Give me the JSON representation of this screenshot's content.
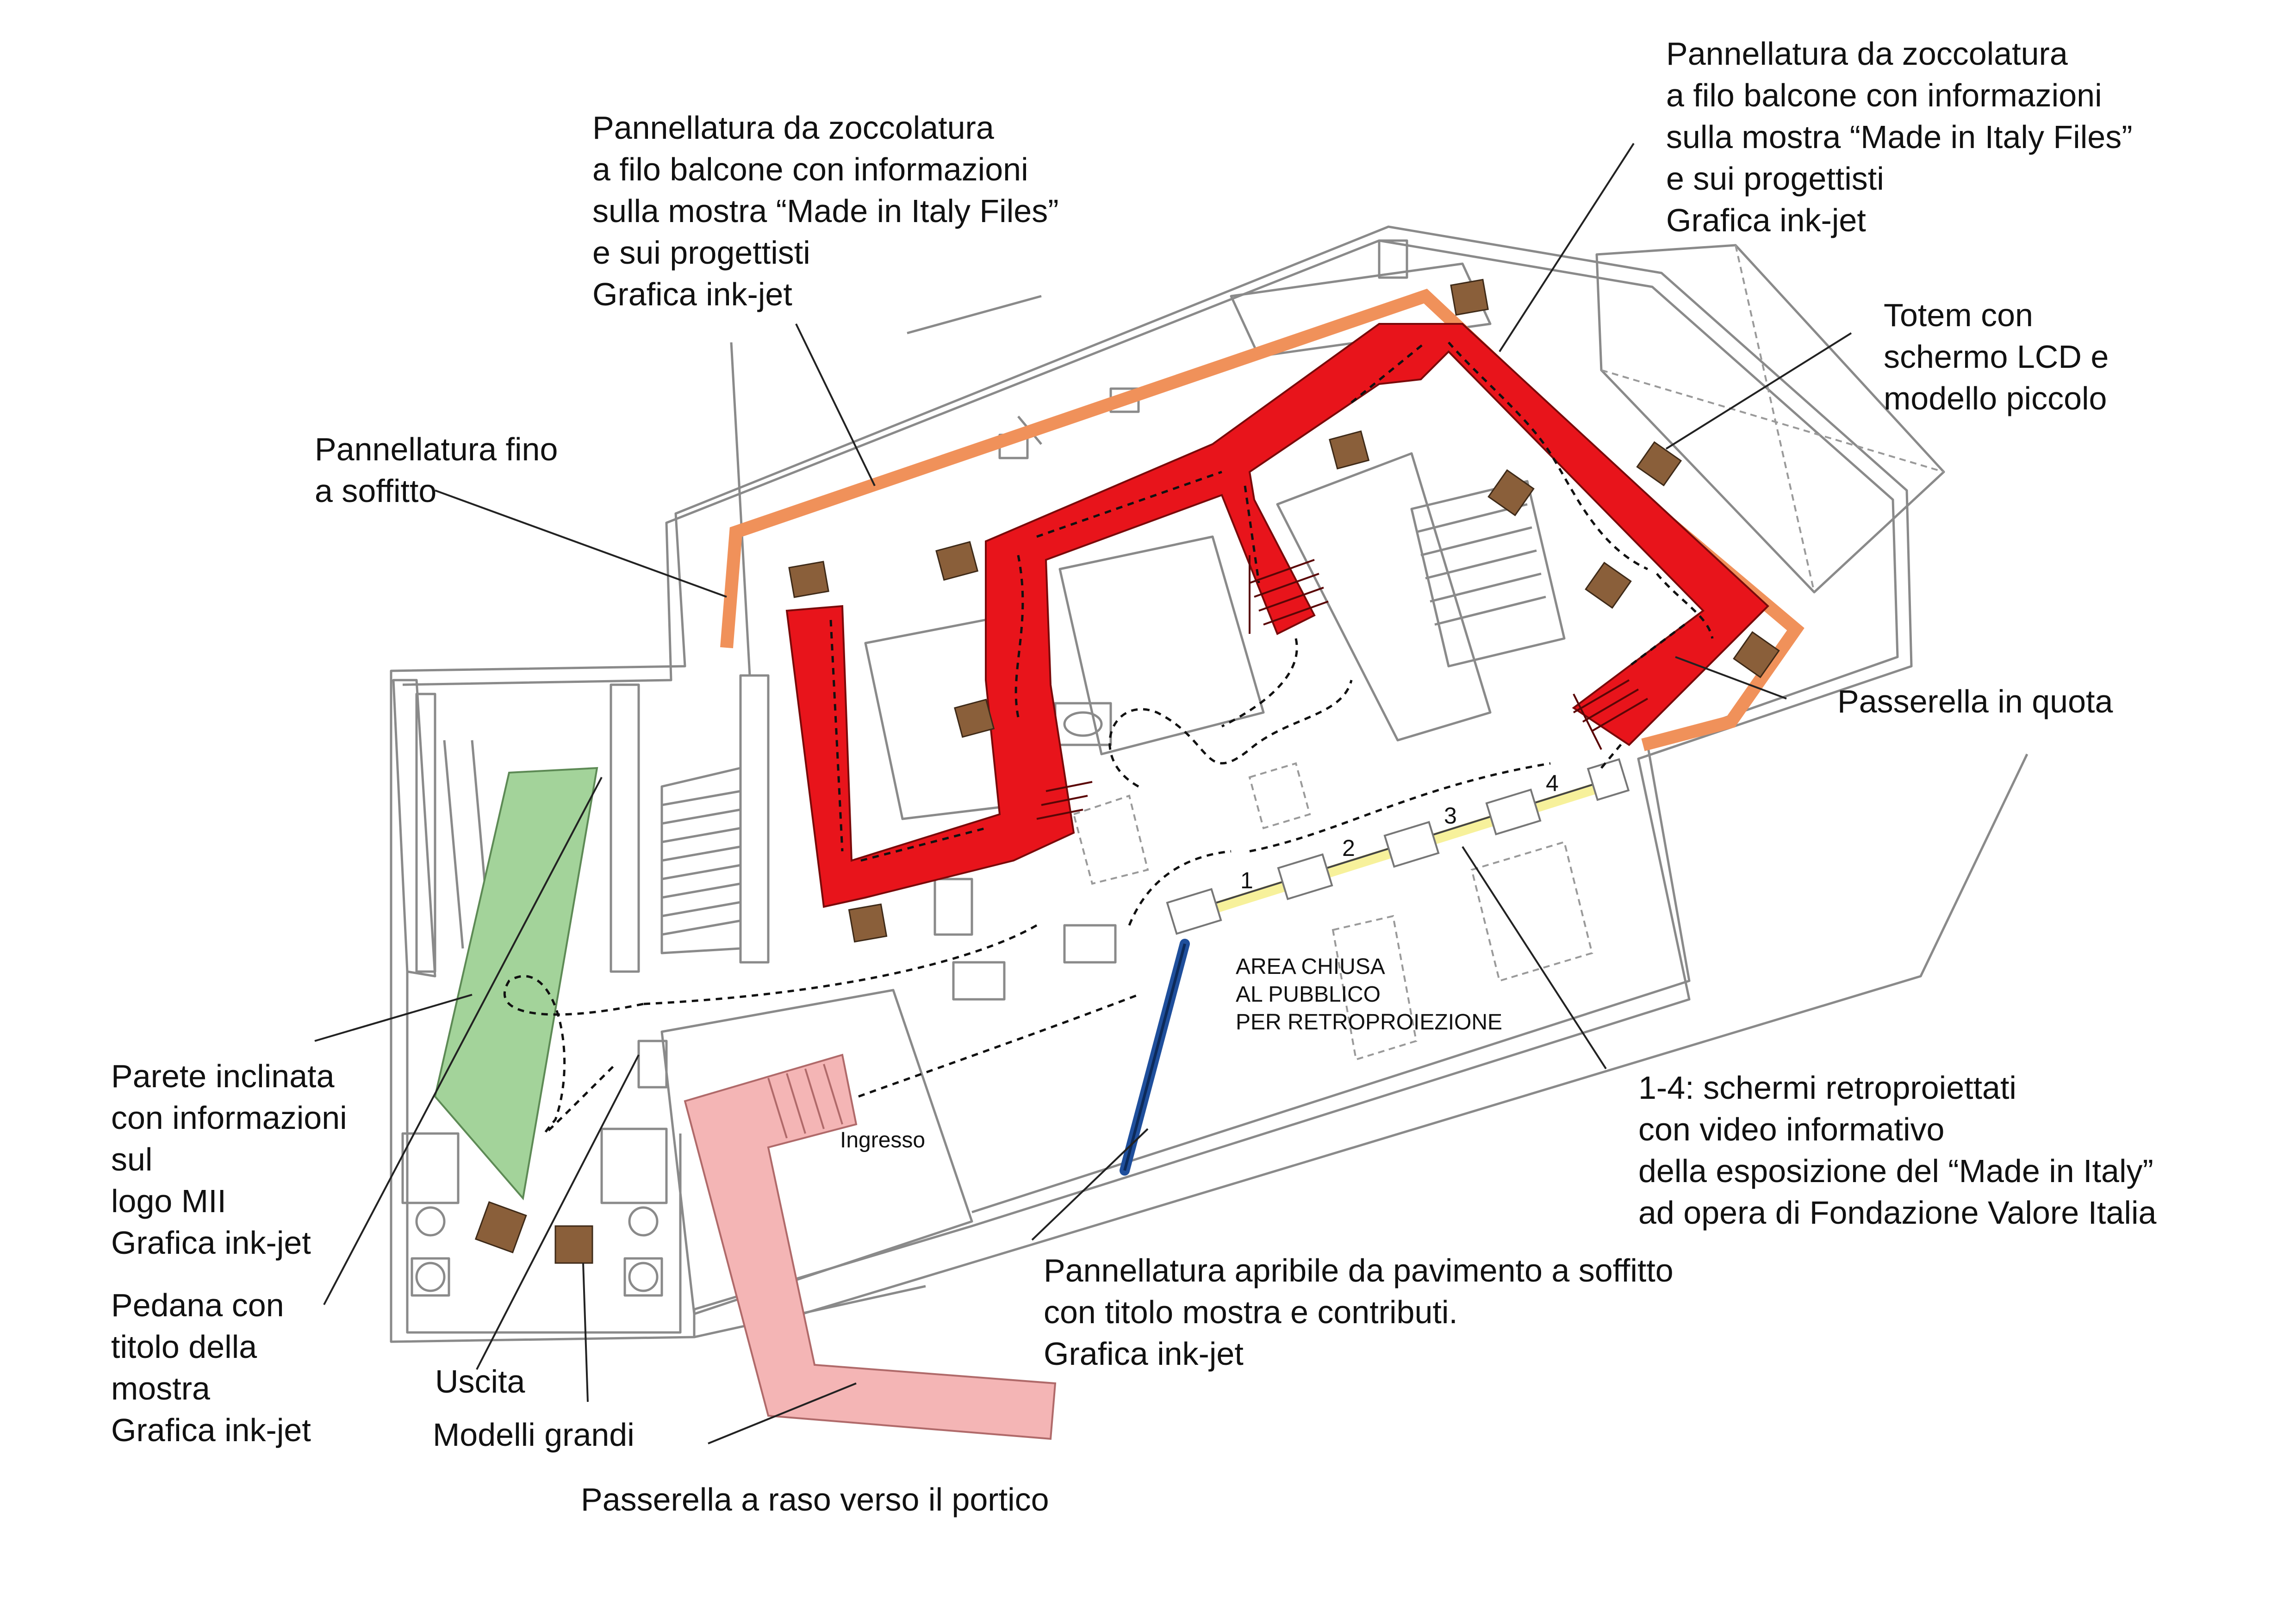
{
  "colors": {
    "walkway_high": "#e8141b",
    "walkway_low": "#f4b5b5",
    "inclined_wall": "#a3d39a",
    "ceiling_panel": "#f0915a",
    "models": "#8a5f3a",
    "opening_panel": "#1f4f9c",
    "screen_strip": "#f7f19b"
  },
  "icons": {
    "arrows": "dashed-arrow-icon",
    "models": "brown-square-icon"
  },
  "labels": {
    "panel_left": [
      "Pannellatura da zoccolatura",
      "a filo balcone con informazioni",
      "sulla mostra “Made in Italy Files”",
      "e sui progettisti",
      "Grafica ink-jet"
    ],
    "panel_right": [
      "Pannellatura da zoccolatura",
      "a filo balcone con informazioni",
      "sulla mostra “Made in Italy Files”",
      "e sui progettisti",
      "Grafica ink-jet"
    ],
    "totem": [
      "Totem con",
      "schermo LCD e",
      "modello  piccolo"
    ],
    "ceiling": [
      "Pannellatura fino",
      "a soffitto"
    ],
    "high_walkway": "Passerella in quota",
    "inclined_wall": [
      "Parete inclinata",
      "con informazioni",
      "sul",
      "logo MII",
      "Grafica ink-jet"
    ],
    "platform": [
      "Pedana con",
      "titolo della",
      "mostra",
      "Grafica ink-jet"
    ],
    "exit": "Uscita",
    "big_models": "Modelli grandi",
    "low_walkway": "Passerella a raso  verso il portico",
    "opening_panel": [
      "Pannellatura apribile da pavimento a soffitto",
      "con titolo mostra e contributi.",
      "Grafica ink-jet"
    ],
    "screens": [
      "1-4: schermi retroproiettati",
      "con video informativo",
      "della esposizione del “Made in Italy”",
      "ad opera di Fondazione Valore Italia"
    ],
    "closed_area": [
      "AREA CHIUSA",
      "AL PUBBLICO",
      "PER RETROPROIEZIONE"
    ],
    "entrance": "Ingresso",
    "screen_numbers": [
      "1",
      "2",
      "3",
      "4"
    ]
  }
}
